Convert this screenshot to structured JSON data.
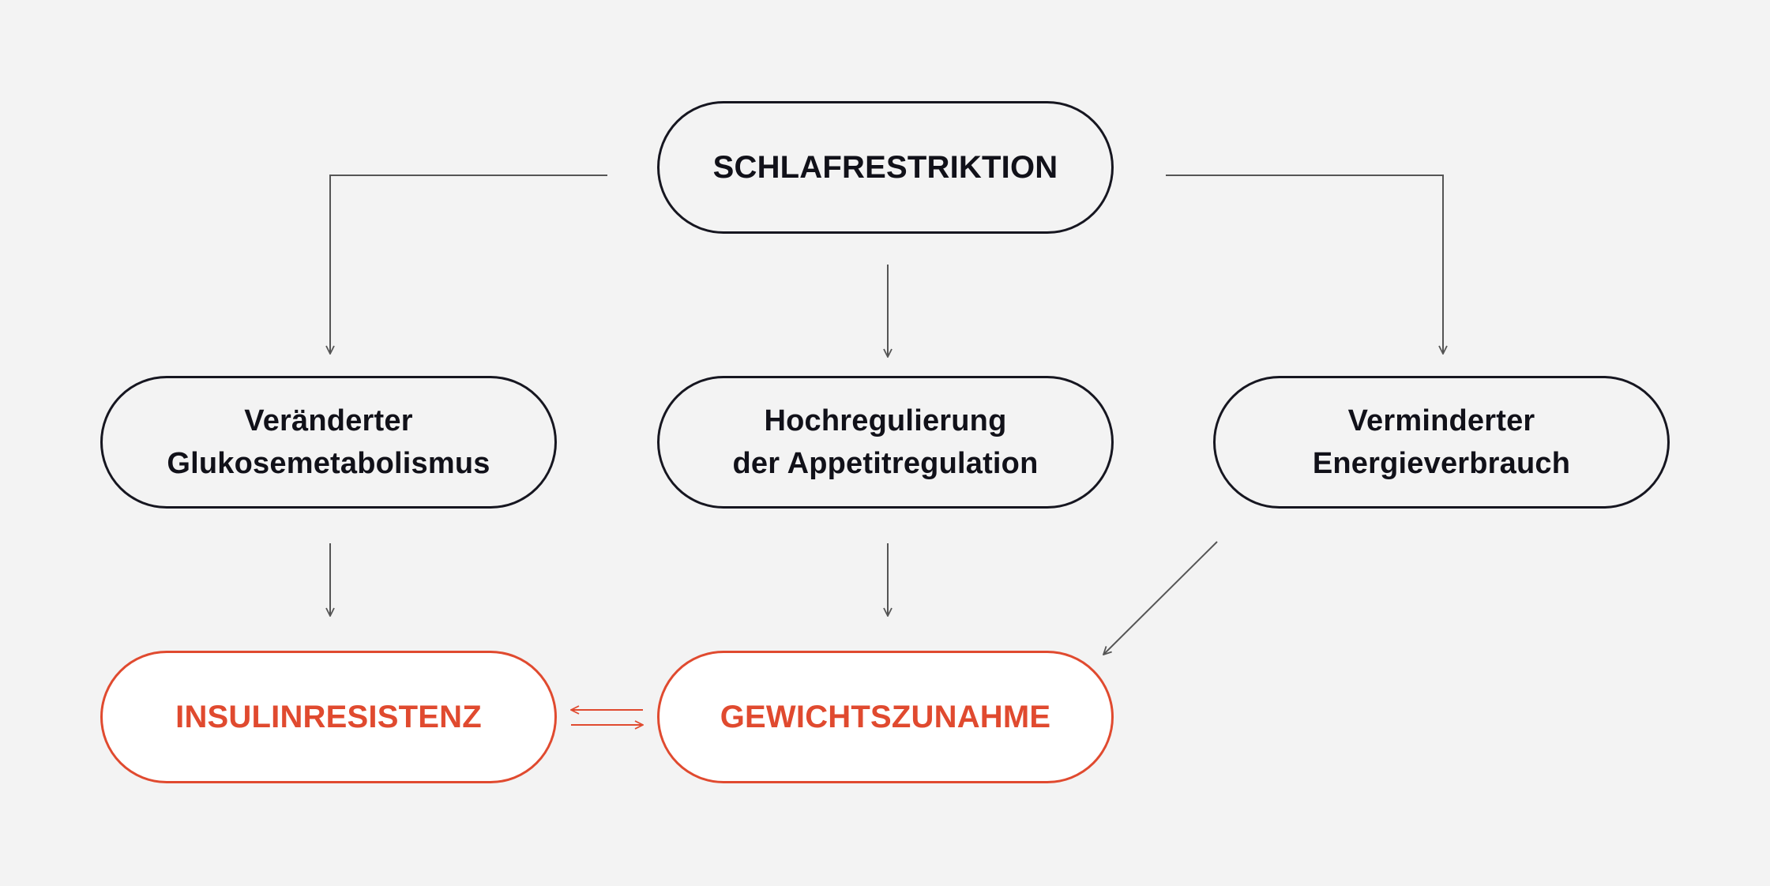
{
  "diagram": {
    "nodes": {
      "top": {
        "label": "SCHLAFRESTRIKTION"
      },
      "left": {
        "line1": "Veränderter",
        "line2": "Glukosemetabolismus"
      },
      "center": {
        "line1": "Hochregulierung",
        "line2": "der Appetitregulation"
      },
      "right": {
        "line1": "Verminderter",
        "line2": "Energieverbrauch"
      },
      "outcome_left": {
        "label": "INSULINRESISTENZ"
      },
      "outcome_right": {
        "label": "GEWICHTSZUNAHME"
      }
    },
    "colors": {
      "background": "#f3f3f3",
      "outline": "#161620",
      "connector": "#555555",
      "accent": "#e04a2f",
      "outcome_fill": "#ffffff"
    }
  }
}
